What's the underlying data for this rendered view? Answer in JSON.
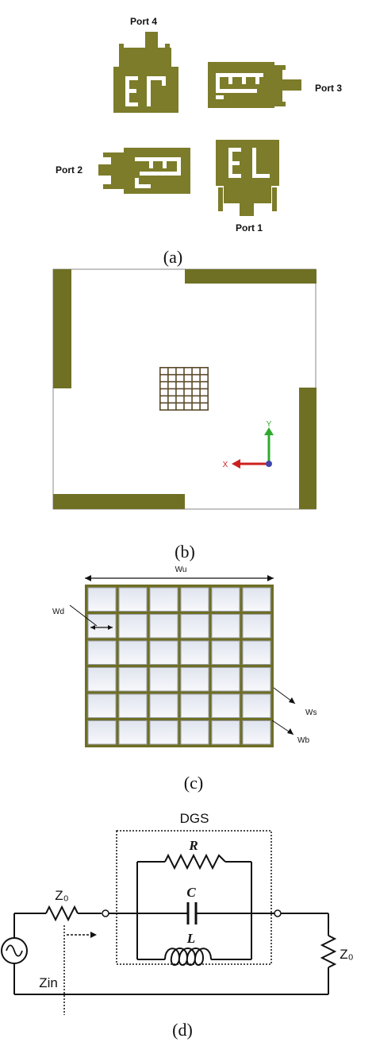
{
  "colors": {
    "antenna": "#7c7c2a",
    "strip": "#6f7024",
    "grid_bar": "#6e6e24",
    "axis_y": "#2faa2f",
    "axis_x": "#cc2020",
    "line": "#111111"
  },
  "panel_a": {
    "caption": "(a)",
    "ports": [
      "Port 4",
      "Port 3",
      "Port 2",
      "Port 1"
    ]
  },
  "panel_b": {
    "caption": "(b)",
    "axis_y_label": "Y",
    "axis_x_label": "X",
    "grid_cells": 6
  },
  "panel_c": {
    "caption": "(c)",
    "labels": {
      "wu": "Wu",
      "wd": "Wd",
      "ws": "Ws",
      "wb": "Wb"
    },
    "grid_cells": 6
  },
  "panel_d": {
    "caption": "(d)",
    "dgs_label": "DGS",
    "r_label": "R",
    "c_label": "C",
    "l_label": "L",
    "z0_label": "Z₀",
    "zin_label": "Zin"
  }
}
